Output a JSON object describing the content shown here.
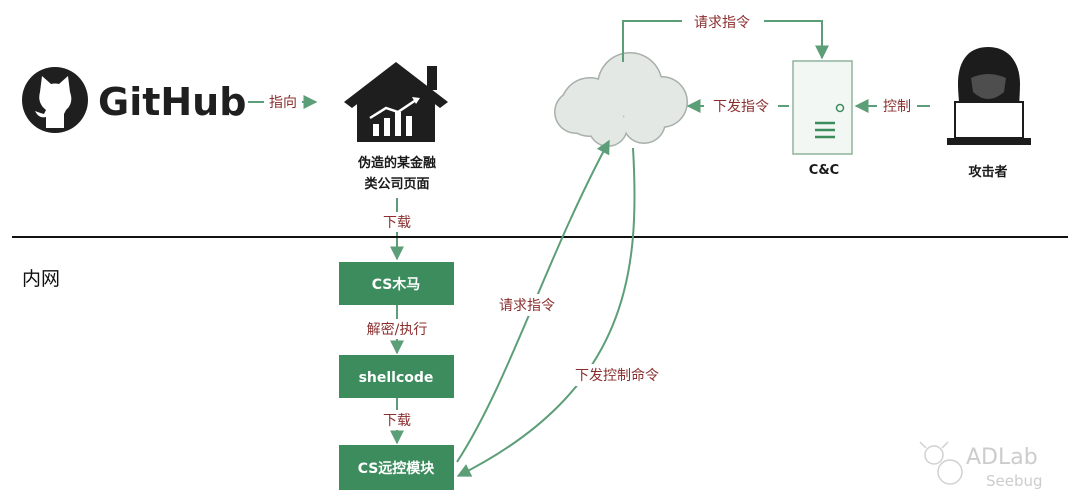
{
  "github": {
    "logo_icon": "github-octocat-icon",
    "wordmark": "GitHub"
  },
  "fake_site": {
    "icon": "house-chart-icon",
    "caption_line1": "伪造的某金融",
    "caption_line2": "类公司页面"
  },
  "cloud": {
    "icon": "cloud-icon"
  },
  "cnc": {
    "icon": "server-icon",
    "label": "C&C"
  },
  "attacker": {
    "icon": "hacker-icon",
    "label": "攻击者"
  },
  "zone": {
    "intranet": "内网"
  },
  "boxes": {
    "cs_trojan": "CS木马",
    "shellcode": "shellcode",
    "cs_remote": "CS远控模块"
  },
  "edges": {
    "pointto": "指向",
    "download1": "下载",
    "decrypt_exec": "解密/执行",
    "download2": "下载",
    "request_top": "请求指令",
    "issue_cmd": "下发指令",
    "control": "控制",
    "request_mid": "请求指令",
    "issue_control": "下发控制命令"
  },
  "watermark": {
    "line1": "ADLab",
    "line2": "Seebug"
  },
  "colors": {
    "green": "#3d8c5e",
    "arrow": "#5c9e77",
    "label": "#8b2f2f",
    "cloud_fill": "#e4e8e5",
    "cloud_stroke": "#a7b0aa"
  }
}
